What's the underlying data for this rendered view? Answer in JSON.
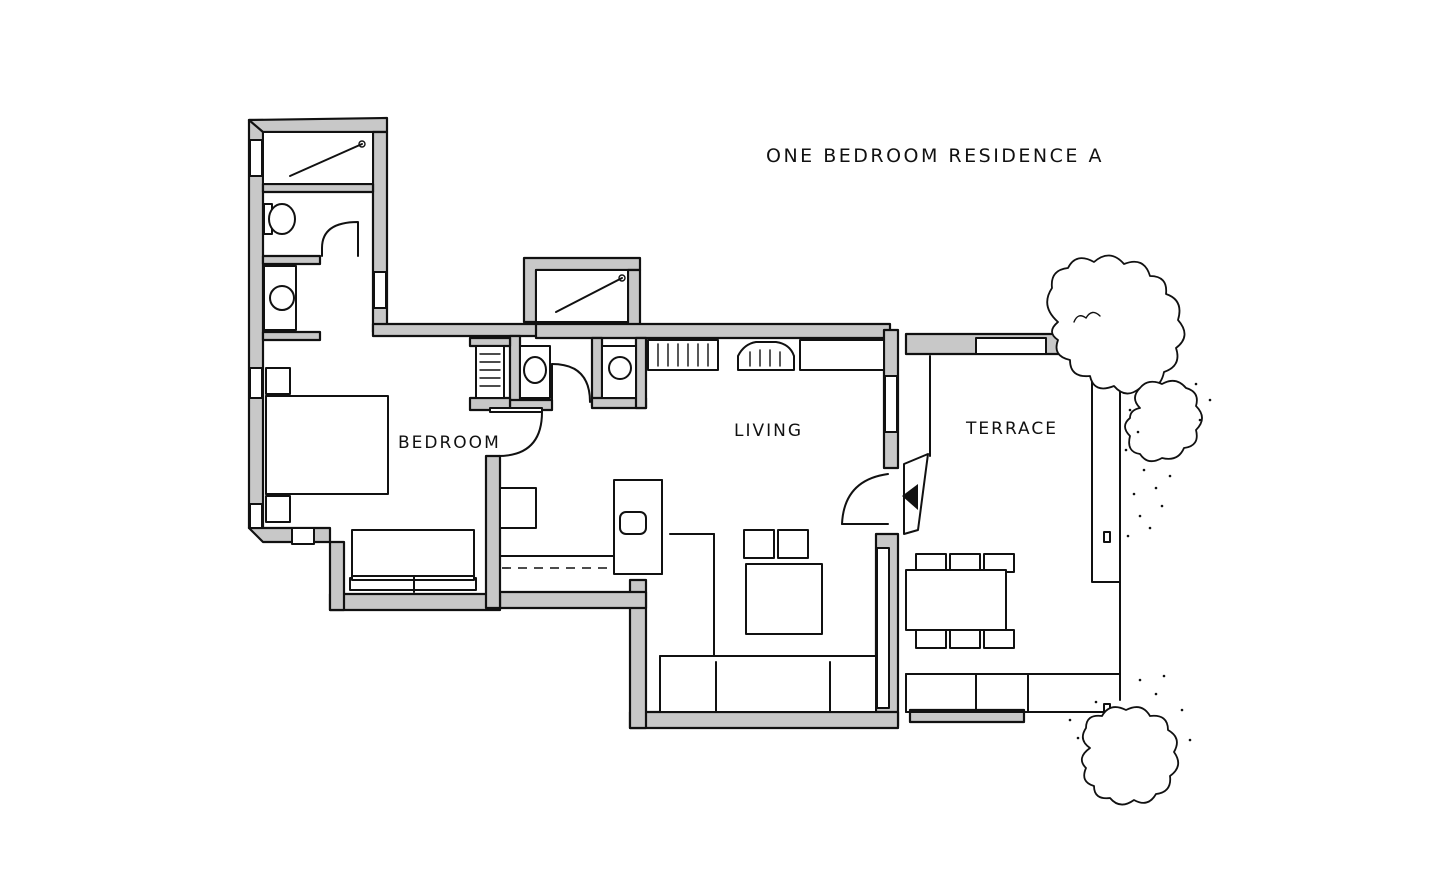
{
  "title": "ONE BEDROOM RESIDENCE  A",
  "rooms": {
    "bedroom": "BEDROOM",
    "living": "LIVING",
    "terrace": "TERRACE"
  },
  "colors": {
    "wall_fill": "#c8c8c8",
    "ink": "#111111",
    "background": "#ffffff"
  }
}
